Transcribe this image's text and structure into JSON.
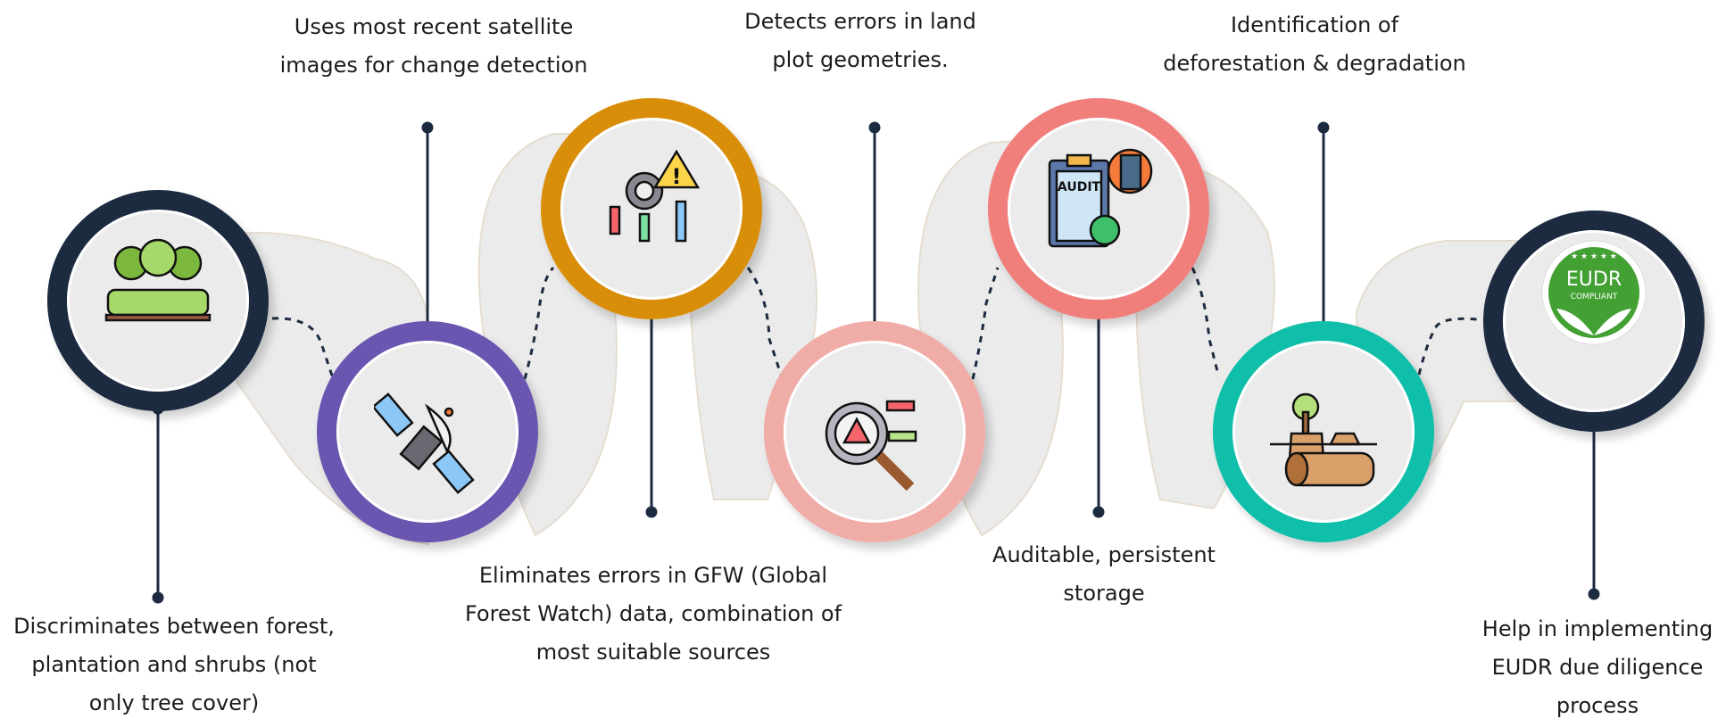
{
  "colors": {
    "navy": "#1c2b40",
    "purple": "#6a55b0",
    "orange": "#d98e0a",
    "pink": "#f0aca6",
    "coral": "#f07f7c",
    "teal": "#0fbfa9",
    "connector": "#1c2b40",
    "background_band": "#ebebeb"
  },
  "steps": [
    {
      "icon": "forest-icon",
      "ring": "navy",
      "text": [
        "Discriminates  between forest,",
        "plantation and shrubs (not",
        "only tree cover)"
      ]
    },
    {
      "icon": "satellite-icon",
      "ring": "purple",
      "text": [
        "Uses most recent satellite",
        "images for change detection"
      ]
    },
    {
      "icon": "error-gear-arrows-icon",
      "ring": "orange",
      "text": [
        "Eliminates errors in GFW (Global",
        "Forest Watch) data, combination of",
        "most suitable sources"
      ]
    },
    {
      "icon": "magnifier-warning-icon",
      "ring": "pink",
      "text": [
        "Detects errors in land",
        "plot geometries."
      ]
    },
    {
      "icon": "audit-clipboard-icon",
      "ring": "coral",
      "icon_text": "AUDIT",
      "text": [
        "Auditable,  persistent",
        "storage"
      ]
    },
    {
      "icon": "tree-stump-log-icon",
      "ring": "teal",
      "text": [
        "Identification  of",
        "deforestation & degradation"
      ]
    },
    {
      "icon": "eudr-compliant-badge-icon",
      "ring": "navy",
      "badge": {
        "title": "EUDR",
        "subtitle": "COMPLIANT"
      },
      "text": [
        "Help in implementing",
        "EUDR due diligence",
        "process"
      ]
    }
  ]
}
